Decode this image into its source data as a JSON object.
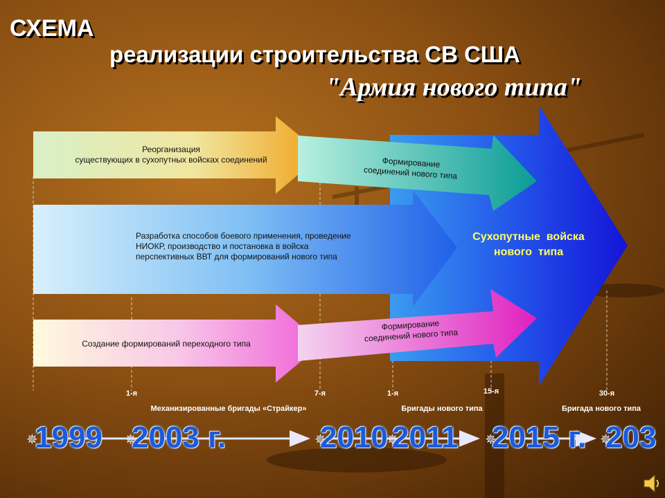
{
  "title": {
    "main": "СХЕМА",
    "sub": "реализации строительства СВ США",
    "army": "\"Армия нового типа\""
  },
  "arrows": {
    "reorg": "Реорганизация\nсуществующих в сухопутных войсках соединений",
    "form_top": "Формирование\nсоединений нового типа",
    "dev": "Разработка способов боевого применения, проведение\nНИОКР, производство и постановка в войска\nперспективных ВВТ для формирований нового типа",
    "big": "Сухопутные  войска\nнового  типа",
    "transition": "Создание формирований переходного типа",
    "form_bottom": "Формирование\nсоединений нового типа"
  },
  "axis": {
    "ticks": [
      "1-я",
      "7-я",
      "1-я",
      "15-я",
      "30-я"
    ],
    "labels": [
      "Механизированные бригады «Страйкер»",
      "Бригады нового типа",
      "Бригада нового типа"
    ]
  },
  "years": [
    "1999",
    "2003 г.",
    "2010",
    "2011",
    "2015 г.",
    "203"
  ],
  "colors": {
    "background": "#8a4f12",
    "big_arrow": "#1a2fe0",
    "year_text": "#1e5ad8"
  }
}
